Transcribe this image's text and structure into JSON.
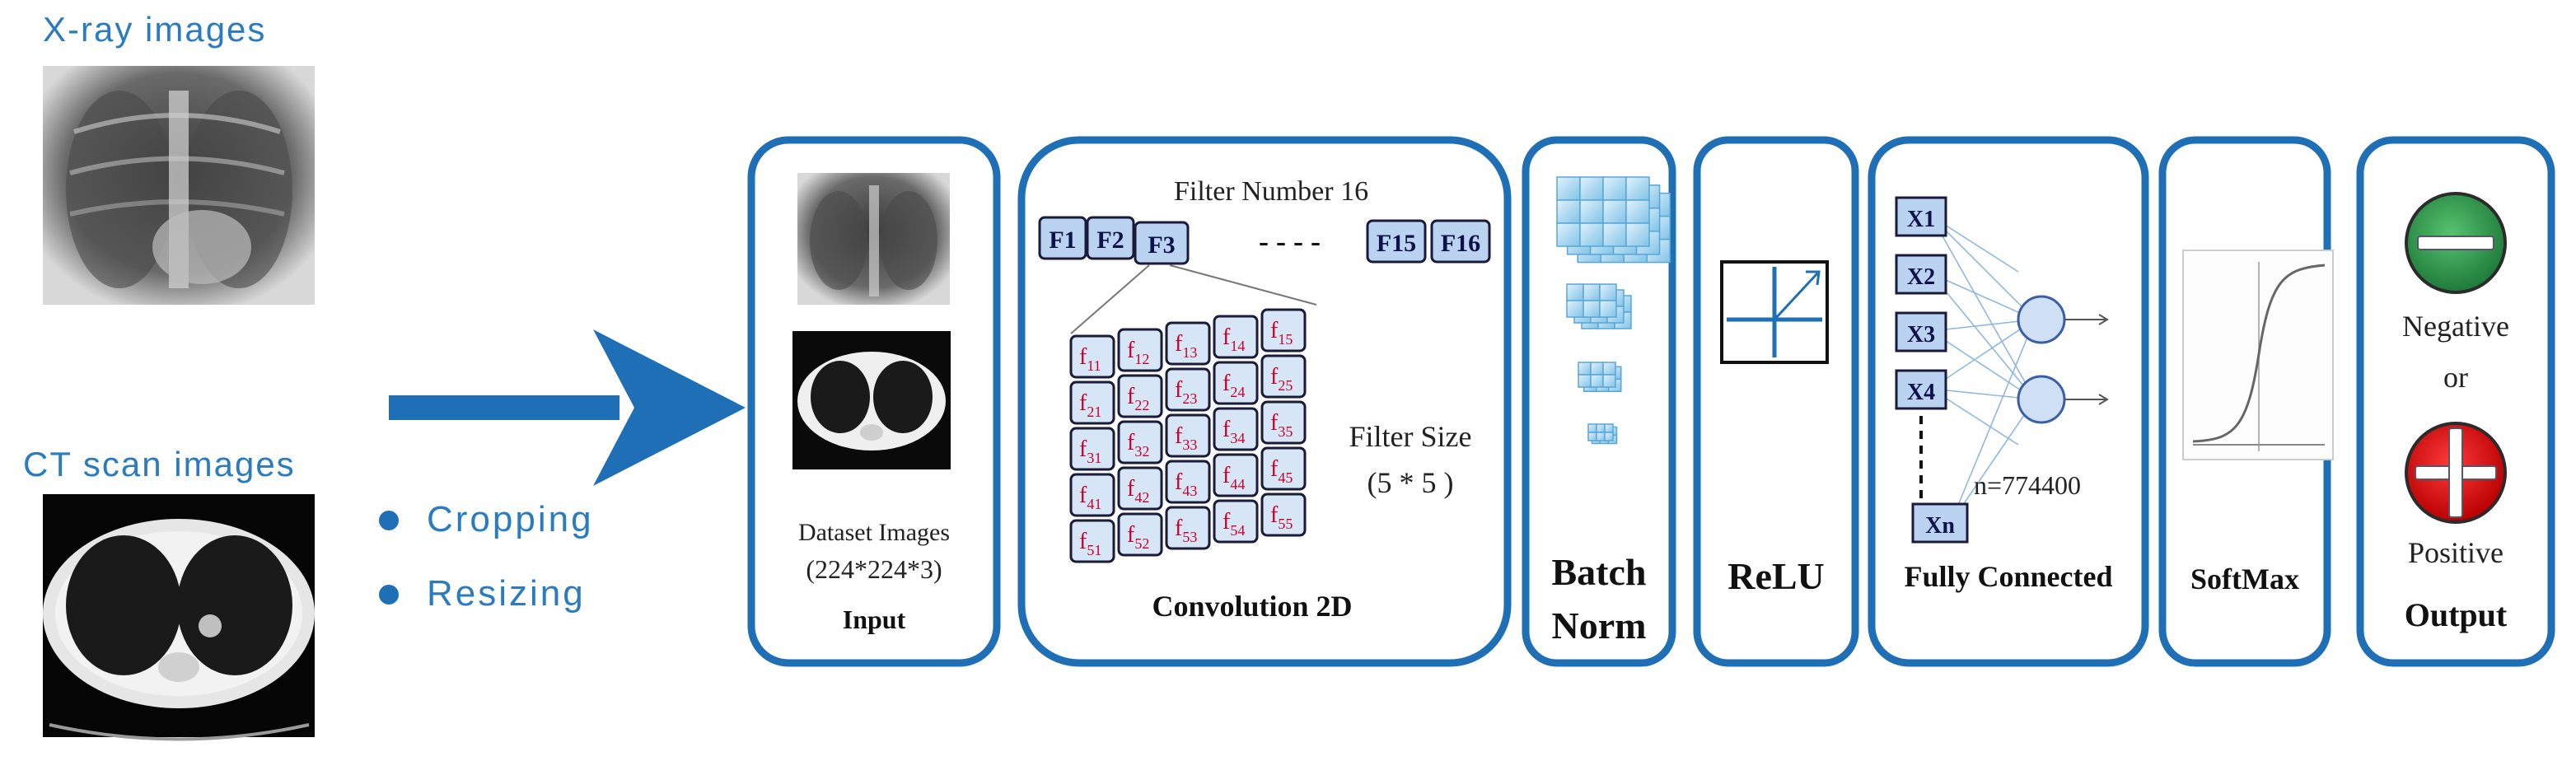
{
  "left": {
    "xray_title": "X-ray images",
    "ct_title": "CT scan images",
    "steps": [
      "Cropping",
      "Resizing"
    ]
  },
  "input_block": {
    "caption_line1": "Dataset Images",
    "caption_line2": "(224*224*3)",
    "title": "Input"
  },
  "conv_block": {
    "filter_number_label": "Filter Number 16",
    "filters": [
      "F1",
      "F2",
      "F3",
      "F15",
      "F16"
    ],
    "dashes": "- - - -",
    "kernel_rows": [
      [
        "11",
        "12",
        "13",
        "14",
        "15"
      ],
      [
        "21",
        "22",
        "23",
        "24",
        "25"
      ],
      [
        "31",
        "32",
        "33",
        "34",
        "35"
      ],
      [
        "41",
        "42",
        "43",
        "44",
        "45"
      ],
      [
        "51",
        "52",
        "53",
        "54",
        "55"
      ]
    ],
    "kernel_letter": "f",
    "filter_size_line1": "Filter Size",
    "filter_size_line2": "(5 * 5 )",
    "title": "Convolution 2D"
  },
  "batch_block": {
    "title_line1": "Batch",
    "title_line2": "Norm"
  },
  "relu_block": {
    "title": "ReLU"
  },
  "fc_block": {
    "inputs": [
      "X1",
      "X2",
      "X3",
      "X4",
      "Xn"
    ],
    "n_label": "n=774400",
    "title": "Fully Connected"
  },
  "softmax_block": {
    "title": "SoftMax"
  },
  "output_block": {
    "negative": "Negative",
    "or": "or",
    "positive": "Positive",
    "title": "Output"
  },
  "colors": {
    "frame": "#1f6fb6",
    "accent_text": "#2a7bc0",
    "filter_fill": "#b9d3f0",
    "kernel_fill": "#d7e6f7",
    "kernel_text": "#c8002a",
    "negative_green": "#2f9e4f",
    "positive_red": "#e3131b"
  }
}
